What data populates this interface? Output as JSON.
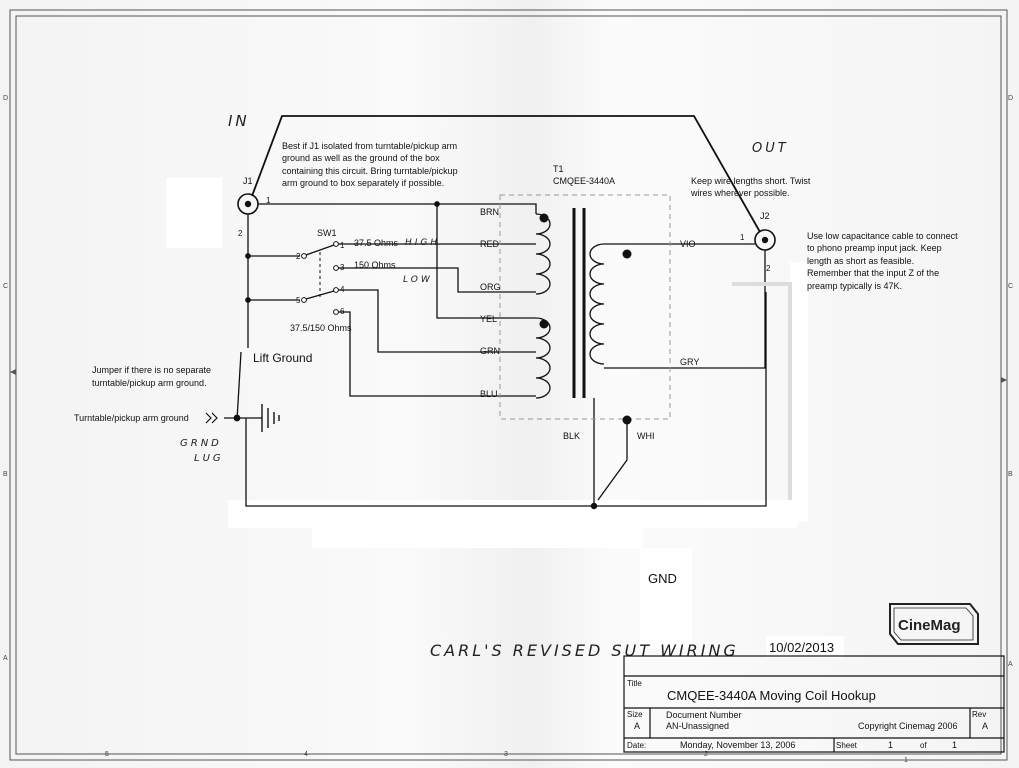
{
  "labels": {
    "in": "IN",
    "out": "OUT",
    "j1": "J1",
    "j2": "J2",
    "pin1": "1",
    "pin2": "2",
    "sw1": "SW1",
    "sw_pins": [
      "1",
      "2",
      "3",
      "4",
      "5",
      "6"
    ],
    "tap_375": "37.5 Ohms",
    "tap_150": "150 Ohms",
    "high": "HIGH",
    "low": "LOW",
    "sw_caption": "37.5/150 Ohms",
    "t1": "T1",
    "t1_part": "CMQEE-3440A",
    "wires": [
      "BRN",
      "RED",
      "ORG",
      "YEL",
      "GRN",
      "BLU"
    ],
    "vio": "VIO",
    "gry": "GRY",
    "blk": "BLK",
    "whi": "WHI",
    "lift_ground": "Lift Ground",
    "turntable_ground": "Turntable/pickup arm ground",
    "grnd_lug": [
      "GRND",
      "LUG"
    ],
    "gnd": "GND",
    "revised": "CARL'S REVISED SUT WIRING",
    "revised_date": "10/02/2013",
    "logo": "CineMag"
  },
  "notes": {
    "isolation": [
      "Best if J1 isolated from turntable/pickup arm",
      "ground as well as the ground of the box",
      "containing this circuit.  Bring turntable/pickup",
      "arm ground to box separately if possible."
    ],
    "wire_length": [
      "Keep wire lengths short.  Twist",
      "wires wherever possible."
    ],
    "cable": [
      "Use low capacitance cable to connect",
      "to phono preamp input jack.  Keep",
      "length as short as feasible.",
      "Remember that the input Z of the",
      "preamp typically is 47K."
    ],
    "jumper": [
      "Jumper if there is no separate",
      "turntable/pickup arm ground."
    ]
  },
  "title_block": {
    "title_label": "Title",
    "title": "CMQEE-3440A  Moving Coil Hookup",
    "size_label": "Size",
    "size": "A",
    "docnum_label": "Document Number",
    "docnum": "AN-Unassigned",
    "copyright": "Copyright Cinemag 2006",
    "rev_label": "Rev",
    "rev": "A",
    "date_label": "Date:",
    "date": "Monday, November 13, 2006",
    "sheet_label": "Sheet",
    "sheet": "1",
    "of_label": "of",
    "of": "1"
  },
  "border": {
    "rows": [
      "D",
      "C",
      "B",
      "A"
    ],
    "cols": [
      "5",
      "4",
      "3",
      "2",
      "1"
    ]
  }
}
